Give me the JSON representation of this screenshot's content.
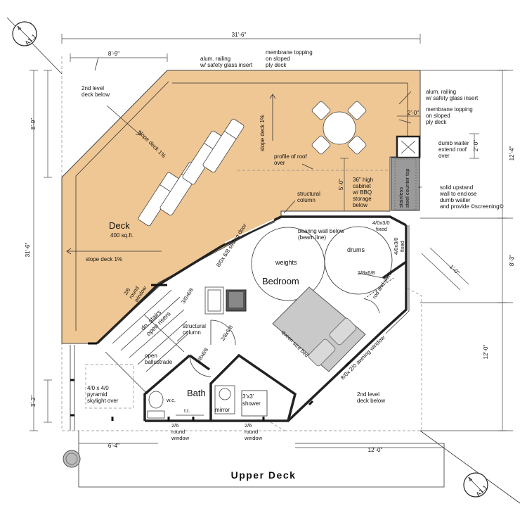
{
  "title": "Upper Deck",
  "section_marker": {
    "number": "4",
    "sheet": "A1.1"
  },
  "colors": {
    "deck": "#efc794",
    "bed": "#c9c9c9",
    "counter": "#9a9a9a",
    "wall": "#222222"
  },
  "dimensions": {
    "overall_width": "31’-6\"",
    "deck_run": "8’-9\"",
    "deck_height": "8’-9\"",
    "overall_height": "31’-6\"",
    "lower_left": "3’-2\"",
    "bottom_left": "6’-4\"",
    "bottom_right": "12’-0\"",
    "right_upper": "12’-4\"",
    "right_mid": "8’-3\"",
    "right_lower": "12’-0\"",
    "right_small": "1’-0\"",
    "dumbwaiter_w": "2’-0\"",
    "dumbwaiter_h": "2’-0\"",
    "cabinet_h": "5’-0\""
  },
  "labels": {
    "alum_railing_top": [
      "alum. railing",
      "w/ safety glass insert"
    ],
    "membrane_top": [
      "membrane topping",
      "on sloped",
      "ply deck"
    ],
    "alum_railing_right": [
      "alum. railing",
      "w/ safety glass insert"
    ],
    "membrane_right": [
      "membrane topping",
      "on sloped",
      "ply deck"
    ],
    "second_level_top": [
      "2nd level",
      "deck  below"
    ],
    "second_level_bottom": [
      "2nd level",
      "deck  below"
    ],
    "slope_deck_1": "slope deck 1%",
    "slope_deck_2": "slope deck 1%",
    "slope_deck_3": "slope deck 1%",
    "deck": "Deck",
    "deck_area": "400 sq.ft.",
    "profile_roof": [
      "profile of roof",
      "over"
    ],
    "structural_col_1": [
      "structural",
      "column"
    ],
    "structural_col_2": [
      "structural",
      "column"
    ],
    "cabinet": [
      "36\" high",
      "cabinet",
      "w/ BBQ",
      "storage",
      "below"
    ],
    "counter": [
      "stainless",
      "steel counter top"
    ],
    "dumbwaiter": [
      "dumb waiter",
      "extend roof",
      "over"
    ],
    "upstand": [
      "solid upstand",
      "wall to enclose",
      "dumb waiter",
      "and provide ©screening©"
    ],
    "bearing_wall": [
      "bearing wall below",
      "(beam line)"
    ],
    "fixed_1": [
      "4/0x3/0",
      "fixed"
    ],
    "fixed_2": [
      "4/0x3/0",
      "fixed"
    ],
    "sliding_door": "8/0x 6/8 sliding door",
    "weights": "weights",
    "drums": "drums",
    "bedroom": "Bedroom",
    "door_1": "2/8x6/8",
    "rod_shelf": "rod and shelf",
    "round_window_1": [
      "2/6",
      "round",
      "window"
    ],
    "round_window_2": [
      "2/6",
      "round",
      "window"
    ],
    "round_window_3": [
      "2/6",
      "round",
      "window"
    ],
    "door_2": "3/0x6/8",
    "dn_stairs": [
      "dn. stairs",
      "open risers"
    ],
    "door_3": "2/8x6/8",
    "door_4": "2/8x6/8",
    "queen_bed": "queen size bed",
    "awning": "8/0x 2/0 awning window",
    "open_ballustrade": [
      "open",
      "ballustrade"
    ],
    "skylight": [
      "4/0 x 4/0",
      "pyramid",
      "skylight over"
    ],
    "bath": "Bath",
    "wc": "w.c.",
    "tt": "t.t.",
    "mirror": "mirror",
    "shower": [
      "3’x3’",
      "shower"
    ]
  }
}
